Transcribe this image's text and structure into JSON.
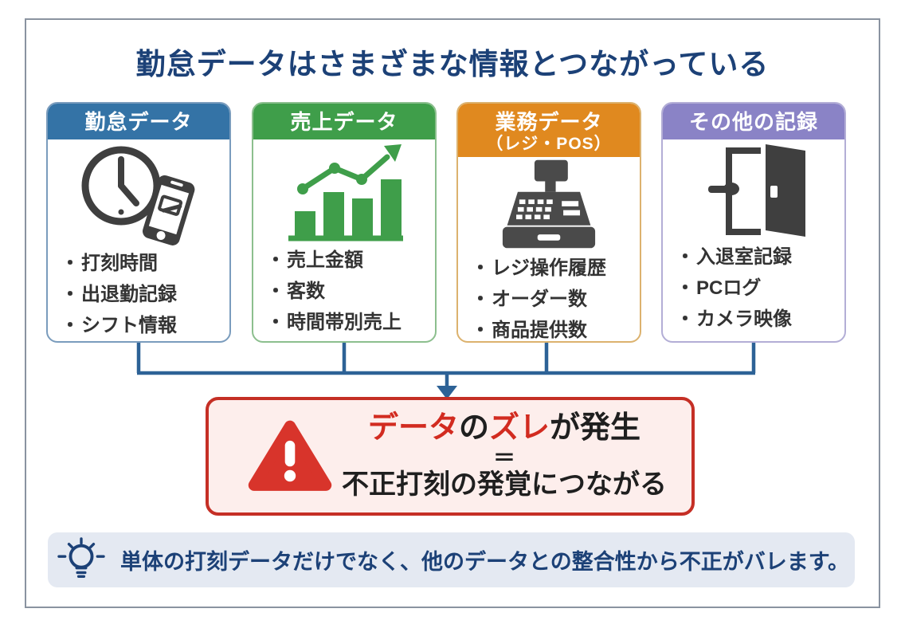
{
  "title": "勤怠データはさまざまな情報とつながっている",
  "bullet": "・",
  "cards": [
    {
      "header": "勤怠データ",
      "subheader": "",
      "icon": "clock-phone-icon",
      "header_color": "#3473a6",
      "border_color": "#7a9cbd",
      "items": [
        "打刻時間",
        "出退勤記録",
        "シフト情報"
      ]
    },
    {
      "header": "売上データ",
      "subheader": "",
      "icon": "bar-chart-icon",
      "header_color": "#3f9e4a",
      "border_color": "#8cbf8e",
      "items": [
        "売上金額",
        "客数",
        "時間帯別売上"
      ]
    },
    {
      "header": "業務データ",
      "subheader": "（レジ・POS）",
      "icon": "cash-register-icon",
      "header_color": "#e0891f",
      "border_color": "#dcb26e",
      "items": [
        "レジ操作履歴",
        "オーダー数",
        "商品提供数"
      ]
    },
    {
      "header": "その他の記録",
      "subheader": "",
      "icon": "door-icon",
      "header_color": "#8a83c6",
      "border_color": "#b3aed6",
      "items": [
        "入退室記録",
        "PCログ",
        "カメラ映像"
      ]
    }
  ],
  "result_box": {
    "segments": [
      {
        "text": "データ",
        "color": "#d22b20"
      },
      {
        "text": "の",
        "color": "#1f1f1f"
      },
      {
        "text": "ズレ",
        "color": "#d22b20"
      },
      {
        "text": "が発生",
        "color": "#1f1f1f"
      }
    ],
    "equals": "＝",
    "conclusion": "不正打刻の発覚につながる",
    "border_color": "#c52f25",
    "bg_color": "#fdeeec",
    "icon": "warning-icon"
  },
  "note": {
    "icon": "lightbulb-icon",
    "text": "単体の打刻データだけでなく、他のデータとの整合性から不正がバレます。",
    "bg_color": "#e4e9f2",
    "text_color": "#1c4177"
  },
  "colors": {
    "title_text": "#1c4177",
    "connector": "#2d6296",
    "icon_dark": "#3f3f3f",
    "chart_green": "#3f9e4a",
    "warning_red": "#d8342b"
  }
}
